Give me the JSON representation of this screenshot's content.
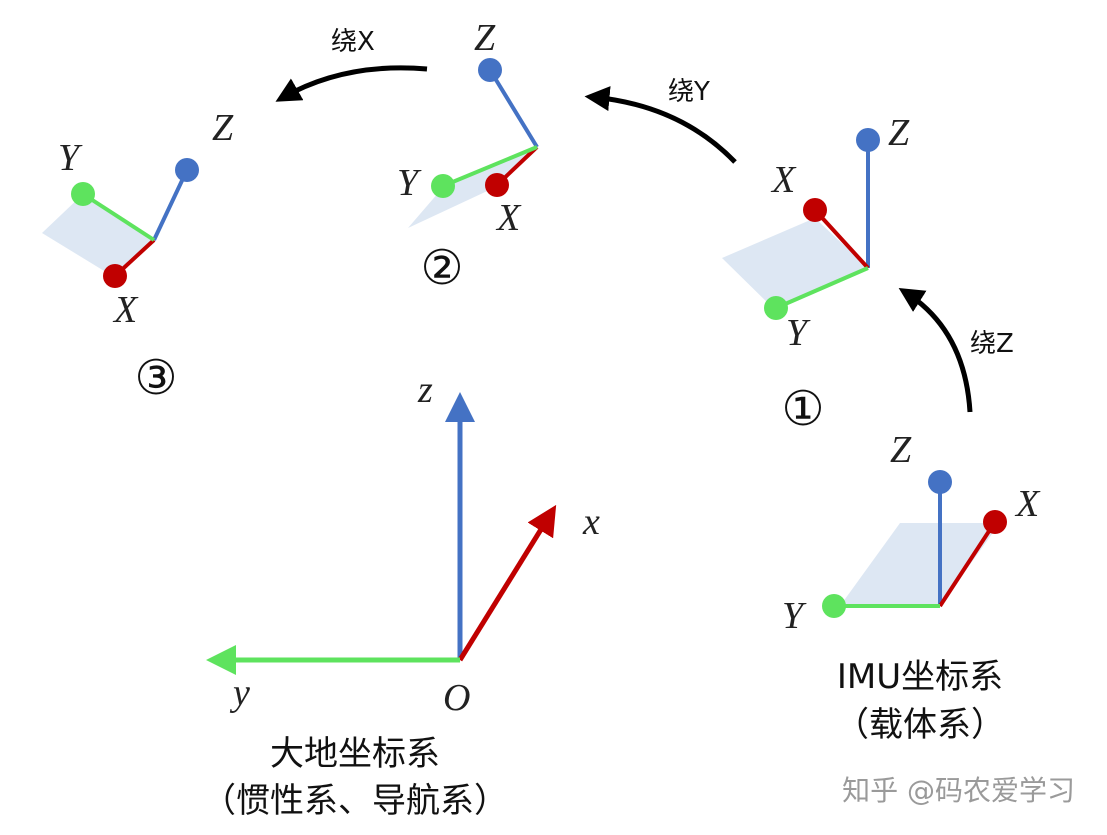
{
  "colors": {
    "x_axis": "#c00000",
    "y_axis": "#5ee35e",
    "z_axis": "#4472c4",
    "plane": "#dde7f3",
    "arrow": "#000000"
  },
  "earth_frame": {
    "x_label": "x",
    "y_label": "y",
    "z_label": "z",
    "origin_label": "O",
    "caption_line1": "大地坐标系",
    "caption_line2": "（惯性系、导航系）"
  },
  "imu_frame": {
    "x_label": "X",
    "y_label": "Y",
    "z_label": "Z",
    "caption_line1": "IMU坐标系",
    "caption_line2": "（载体系）"
  },
  "frame_1": {
    "x_label": "X",
    "y_label": "Y",
    "z_label": "Z",
    "step_number": "①"
  },
  "frame_2": {
    "x_label": "X",
    "y_label": "Y",
    "z_label": "Z",
    "step_number": "②"
  },
  "frame_3": {
    "x_label": "X",
    "y_label": "Y",
    "z_label": "Z",
    "step_number": "③"
  },
  "rotations": {
    "about_z": "绕Z",
    "about_y": "绕Y",
    "about_x": "绕X"
  },
  "watermark": "知乎 @码农爱学习"
}
